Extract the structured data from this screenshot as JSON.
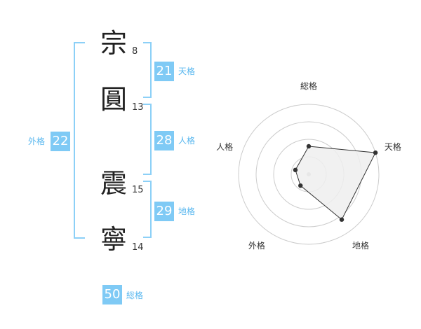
{
  "name_chars": [
    {
      "char": "宗",
      "strokes": "8"
    },
    {
      "char": "圓",
      "strokes": "13"
    },
    {
      "char": "震",
      "strokes": "15"
    },
    {
      "char": "寧",
      "strokes": "14"
    }
  ],
  "kaku": {
    "tenkaku": {
      "value": "21",
      "label": "天格"
    },
    "jinkaku": {
      "value": "28",
      "label": "人格"
    },
    "chikaku": {
      "value": "29",
      "label": "地格"
    },
    "gaikaku": {
      "value": "22",
      "label": "外格"
    },
    "soukaku": {
      "value": "50",
      "label": "総格"
    }
  },
  "chart_data": {
    "type": "radar",
    "axes": [
      "総格",
      "天格",
      "地格",
      "外格",
      "人格"
    ],
    "values": [
      2,
      5,
      4,
      1,
      1
    ],
    "rmax": 5,
    "rings": 4,
    "colors": {
      "fill": "#eeeeee",
      "line": "#333333",
      "grid": "#cccccc",
      "center": "#bbbbbb"
    }
  },
  "colors": {
    "accent": "#7fcaf5",
    "accent_text": "#58b7ef",
    "bracket": "#8cd0f7"
  }
}
